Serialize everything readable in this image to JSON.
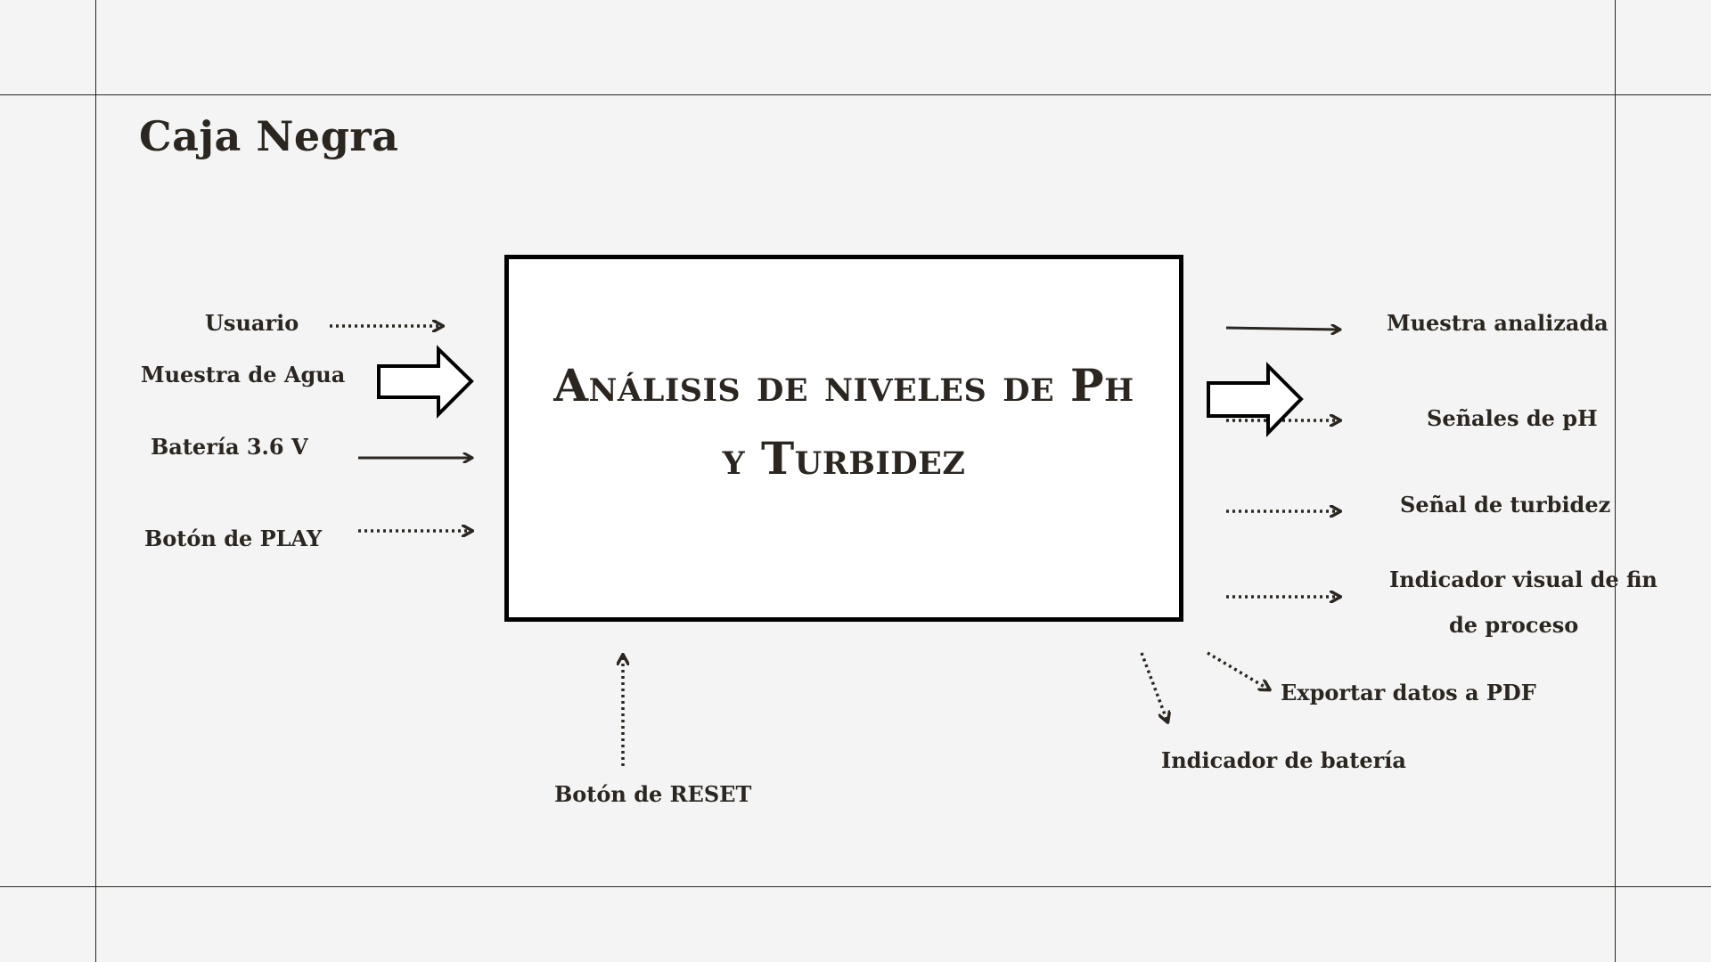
{
  "title": "Caja Negra",
  "process": {
    "label": "Análisis de niveles de Ph y Turbidez"
  },
  "inputs": {
    "usuario": "Usuario",
    "muestra_agua": "Muestra de Agua",
    "bateria": "Batería 3.6 V",
    "play": "Botón de PLAY",
    "reset": "Botón de RESET"
  },
  "outputs": {
    "muestra_analizada": "Muestra analizada",
    "senales_ph": "Señales de pH",
    "senal_turbidez": "Señal de turbidez",
    "indicador_fin_line1": "Indicador visual de fin",
    "indicador_fin_line2": "de proceso",
    "exportar_pdf": "Exportar datos a PDF",
    "indicador_bateria": "Indicador de batería"
  },
  "colors": {
    "ink": "#2b2620",
    "background": "#f4f4f4",
    "box_border": "#000000"
  }
}
